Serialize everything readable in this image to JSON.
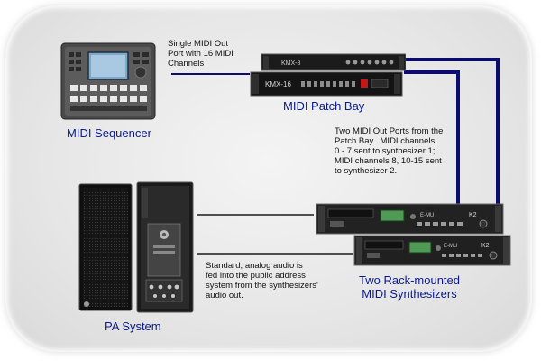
{
  "labels": {
    "sequencer": "MIDI Sequencer",
    "patch_bay": "MIDI Patch Bay",
    "synths": "Two Rack-mounted\nMIDI Synthesizers",
    "pa": "PA System"
  },
  "notes": {
    "single_out": "Single MIDI Out\nPort with 16 MIDI\nChannels",
    "two_outs": "Two MIDI Out Ports from the\nPatch Bay.  MIDI channels\n0 - 7 sent to synthesizer 1;\nMIDI channels 8, 10-15 sent\nto synthesizer 2.",
    "audio": "Standard, analog audio is\nfed into the public address\nsystem from the synthesizers'\naudio out."
  },
  "device_text": {
    "patch_top": "KMX-8",
    "patch_bottom": "KMX-16",
    "synth_brand": "E-MU",
    "synth_model": "K2"
  },
  "colors": {
    "label_blue": "#0a1a8c",
    "midi_cable": "#0c0c6e",
    "audio_cable": "#1a1a1a"
  }
}
